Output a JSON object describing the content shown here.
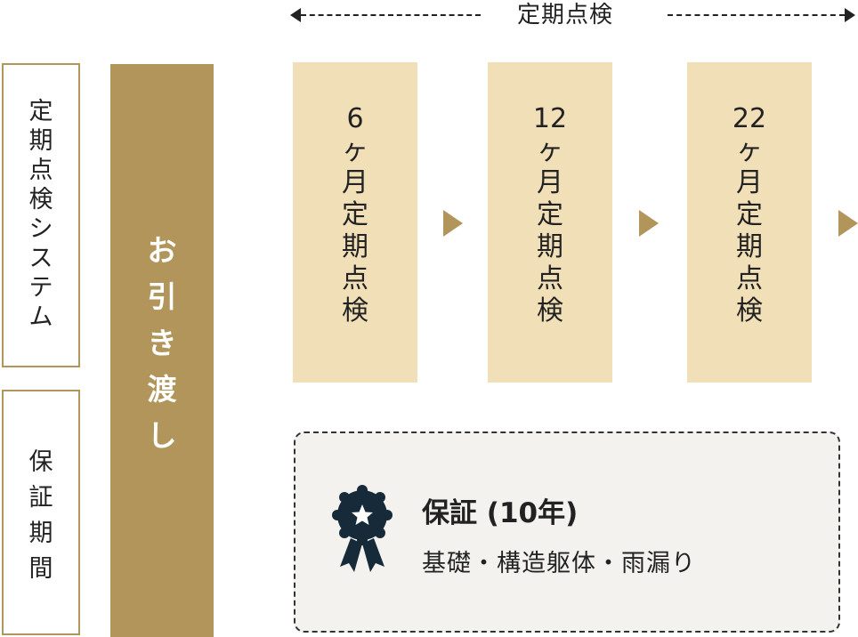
{
  "timeline": {
    "label": "定期点検"
  },
  "left_labels": {
    "system": [
      "定",
      "期",
      "点",
      "検",
      "シ",
      "ス",
      "テ",
      "ム"
    ],
    "warranty_period": [
      "保",
      "証",
      "期",
      "間"
    ]
  },
  "handover": {
    "chars": [
      "お",
      "引",
      "き",
      "渡",
      "し"
    ]
  },
  "inspections": [
    {
      "lines": [
        "6",
        "ヶ",
        "月",
        "定",
        "期",
        "点",
        "検"
      ]
    },
    {
      "lines": [
        "12",
        "ヶ",
        "月",
        "定",
        "期",
        "点",
        "検"
      ]
    },
    {
      "lines": [
        "22",
        "ヶ",
        "月",
        "定",
        "期",
        "点",
        "検"
      ]
    }
  ],
  "warranty": {
    "title": "保証 (10年)",
    "scope": "基礎・構造躯体・雨漏り",
    "icon": "award-badge-icon"
  },
  "colors": {
    "gold": "#b1955a",
    "card_beige": "#f1dfb8",
    "warranty_bg": "#f3f2ef",
    "text_dark": "#222222",
    "icon_navy": "#172a3a"
  }
}
